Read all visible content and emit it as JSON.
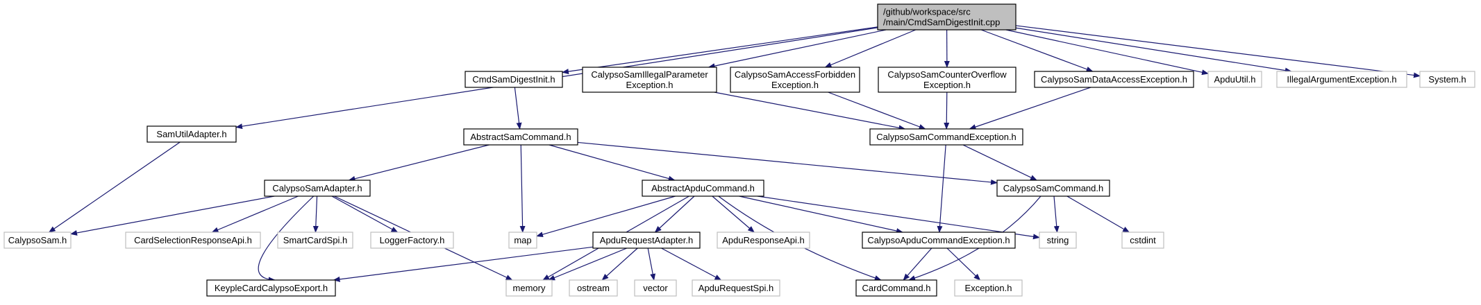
{
  "graph": {
    "colors": {
      "edge": "#191970",
      "root_fill": "#bfbfbf",
      "node_stroke": "#000000",
      "external_stroke": "#bfbfbf",
      "background": "#ffffff"
    },
    "nodes": [
      {
        "id": "root",
        "lines": [
          "/github/workspace/src",
          "/main/CmdSamDigestInit.cpp"
        ],
        "kind": "root"
      },
      {
        "id": "samutiladapter",
        "lines": [
          "SamUtilAdapter.h"
        ],
        "kind": "file"
      },
      {
        "id": "cmdsamdigestinit",
        "lines": [
          "CmdSamDigestInit.h"
        ],
        "kind": "file"
      },
      {
        "id": "illegalparam",
        "lines": [
          "CalypsoSamIllegalParameter",
          "Exception.h"
        ],
        "kind": "file"
      },
      {
        "id": "accessforbidden",
        "lines": [
          "CalypsoSamAccessForbidden",
          "Exception.h"
        ],
        "kind": "file"
      },
      {
        "id": "counteroverflow",
        "lines": [
          "CalypsoSamCounterOverflow",
          "Exception.h"
        ],
        "kind": "file"
      },
      {
        "id": "dataaccess",
        "lines": [
          "CalypsoSamDataAccessException.h"
        ],
        "kind": "file"
      },
      {
        "id": "apduutil",
        "lines": [
          "ApduUtil.h"
        ],
        "kind": "external"
      },
      {
        "id": "illegalarg",
        "lines": [
          "IllegalArgumentException.h"
        ],
        "kind": "external"
      },
      {
        "id": "system",
        "lines": [
          "System.h"
        ],
        "kind": "external"
      },
      {
        "id": "abstractsamcommand",
        "lines": [
          "AbstractSamCommand.h"
        ],
        "kind": "file"
      },
      {
        "id": "samcommandexception",
        "lines": [
          "CalypsoSamCommandException.h"
        ],
        "kind": "file"
      },
      {
        "id": "samadapter",
        "lines": [
          "CalypsoSamAdapter.h"
        ],
        "kind": "file"
      },
      {
        "id": "abstractapducommand",
        "lines": [
          "AbstractApduCommand.h"
        ],
        "kind": "file"
      },
      {
        "id": "samcommand",
        "lines": [
          "CalypsoSamCommand.h"
        ],
        "kind": "file"
      },
      {
        "id": "calypsosam",
        "lines": [
          "CalypsoSam.h"
        ],
        "kind": "external"
      },
      {
        "id": "cardselectionresponse",
        "lines": [
          "CardSelectionResponseApi.h"
        ],
        "kind": "external"
      },
      {
        "id": "smartcardspi",
        "lines": [
          "SmartCardSpi.h"
        ],
        "kind": "external"
      },
      {
        "id": "loggerfactory",
        "lines": [
          "LoggerFactory.h"
        ],
        "kind": "external"
      },
      {
        "id": "map",
        "lines": [
          "map"
        ],
        "kind": "external"
      },
      {
        "id": "apdurequestadapter",
        "lines": [
          "ApduRequestAdapter.h"
        ],
        "kind": "file"
      },
      {
        "id": "apduresponseapi",
        "lines": [
          "ApduResponseApi.h"
        ],
        "kind": "external"
      },
      {
        "id": "apducommandexception",
        "lines": [
          "CalypsoApduCommandException.h"
        ],
        "kind": "file"
      },
      {
        "id": "string",
        "lines": [
          "string"
        ],
        "kind": "external"
      },
      {
        "id": "cstdint",
        "lines": [
          "cstdint"
        ],
        "kind": "external"
      },
      {
        "id": "keyplexport",
        "lines": [
          "KeypleCardCalypsoExport.h"
        ],
        "kind": "file"
      },
      {
        "id": "memory",
        "lines": [
          "memory"
        ],
        "kind": "external"
      },
      {
        "id": "ostream",
        "lines": [
          "ostream"
        ],
        "kind": "external"
      },
      {
        "id": "vector",
        "lines": [
          "vector"
        ],
        "kind": "external"
      },
      {
        "id": "apdurequestspi",
        "lines": [
          "ApduRequestSpi.h"
        ],
        "kind": "external"
      },
      {
        "id": "cardcommand",
        "lines": [
          "CardCommand.h"
        ],
        "kind": "file"
      },
      {
        "id": "exception",
        "lines": [
          "Exception.h"
        ],
        "kind": "external"
      }
    ],
    "edges": [
      [
        "root",
        "samutiladapter"
      ],
      [
        "root",
        "cmdsamdigestinit"
      ],
      [
        "root",
        "illegalparam"
      ],
      [
        "root",
        "accessforbidden"
      ],
      [
        "root",
        "counteroverflow"
      ],
      [
        "root",
        "dataaccess"
      ],
      [
        "root",
        "apduutil"
      ],
      [
        "root",
        "illegalarg"
      ],
      [
        "root",
        "system"
      ],
      [
        "samutiladapter",
        "calypsosam"
      ],
      [
        "cmdsamdigestinit",
        "abstractsamcommand"
      ],
      [
        "illegalparam",
        "samcommandexception"
      ],
      [
        "accessforbidden",
        "samcommandexception"
      ],
      [
        "counteroverflow",
        "samcommandexception"
      ],
      [
        "dataaccess",
        "samcommandexception"
      ],
      [
        "abstractsamcommand",
        "samadapter"
      ],
      [
        "abstractsamcommand",
        "map"
      ],
      [
        "abstractsamcommand",
        "abstractapducommand"
      ],
      [
        "abstractsamcommand",
        "samcommand"
      ],
      [
        "samcommandexception",
        "samcommand"
      ],
      [
        "samcommandexception",
        "apducommandexception"
      ],
      [
        "samadapter",
        "calypsosam"
      ],
      [
        "samadapter",
        "cardselectionresponse"
      ],
      [
        "samadapter",
        "smartcardspi"
      ],
      [
        "samadapter",
        "loggerfactory"
      ],
      [
        "samadapter",
        "keyplexport"
      ],
      [
        "samadapter",
        "memory"
      ],
      [
        "abstractapducommand",
        "map"
      ],
      [
        "abstractapducommand",
        "memory"
      ],
      [
        "abstractapducommand",
        "apdurequestadapter"
      ],
      [
        "abstractapducommand",
        "apduresponseapi"
      ],
      [
        "abstractapducommand",
        "apducommandexception"
      ],
      [
        "abstractapducommand",
        "cardcommand"
      ],
      [
        "abstractapducommand",
        "string"
      ],
      [
        "samcommand",
        "string"
      ],
      [
        "samcommand",
        "cstdint"
      ],
      [
        "samcommand",
        "cardcommand"
      ],
      [
        "apdurequestadapter",
        "keyplexport"
      ],
      [
        "apdurequestadapter",
        "memory"
      ],
      [
        "apdurequestadapter",
        "ostream"
      ],
      [
        "apdurequestadapter",
        "vector"
      ],
      [
        "apdurequestadapter",
        "apdurequestspi"
      ],
      [
        "apducommandexception",
        "cardcommand"
      ],
      [
        "apducommandexception",
        "exception"
      ]
    ]
  }
}
